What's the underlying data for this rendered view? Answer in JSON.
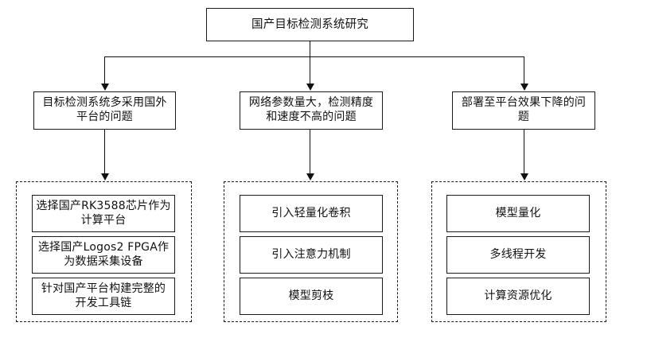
{
  "diagram": {
    "type": "flowchart",
    "title_node": {
      "label": "国产目标检测系统研究"
    },
    "problems": [
      {
        "label": "目标检测系统多采用国外平台的问题"
      },
      {
        "label": "网络参数量大，检测精度和速度不高的问题"
      },
      {
        "label": "部署至平台效果下降的问题"
      }
    ],
    "solution_groups": [
      {
        "items": [
          {
            "label": "选择国产RK3588芯片作为计算平台"
          },
          {
            "label": "选择国产Logos2 FPGA作为数据采集设备"
          },
          {
            "label": "针对国产平台构建完整的开发工具链"
          }
        ]
      },
      {
        "items": [
          {
            "label": "引入轻量化卷积"
          },
          {
            "label": "引入注意力机制"
          },
          {
            "label": "模型剪枝"
          }
        ]
      },
      {
        "items": [
          {
            "label": "模型量化"
          },
          {
            "label": "多线程开发"
          },
          {
            "label": "计算资源优化"
          }
        ]
      }
    ],
    "colors": {
      "background": "#ffffff",
      "stroke": "#1a1a1a",
      "text": "#111111",
      "connector": "#111111"
    }
  }
}
